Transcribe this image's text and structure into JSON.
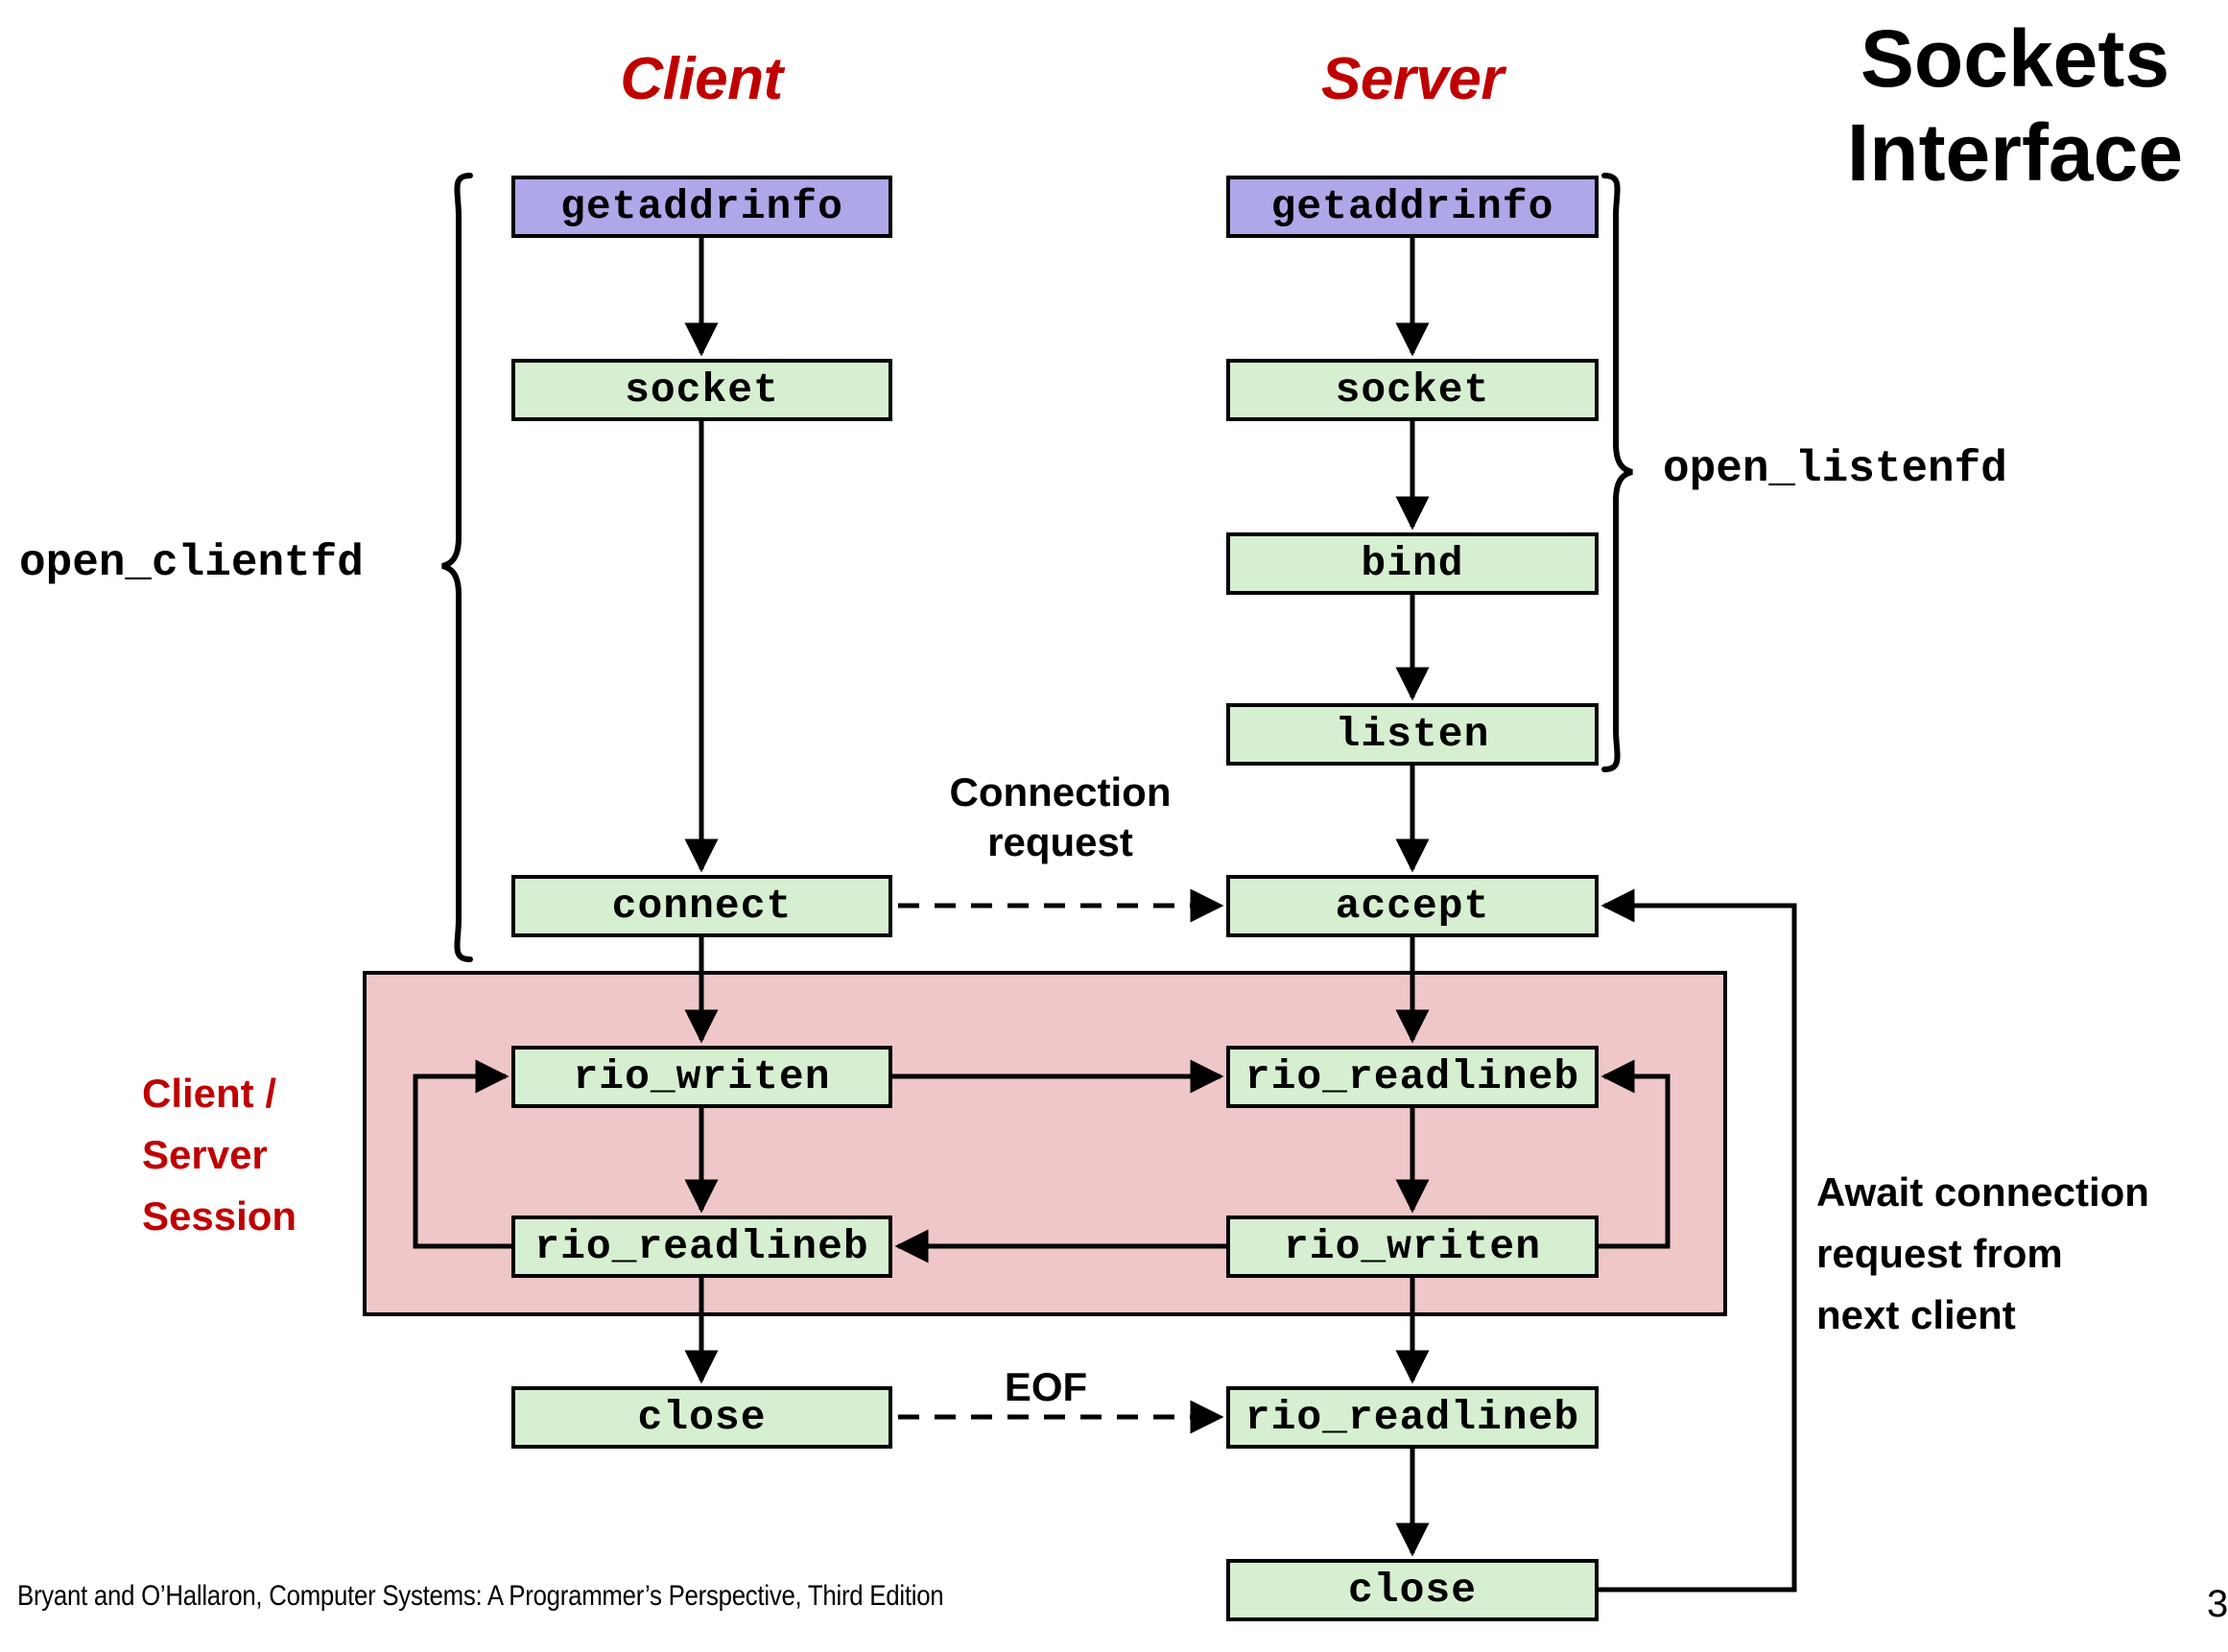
{
  "title": {
    "line1": "Sockets",
    "line2": "Interface"
  },
  "columns": {
    "client": "Client",
    "server": "Server"
  },
  "braces": {
    "client_label": "open_clientfd",
    "server_label": "open_listenfd"
  },
  "annotations": {
    "connection_request": "Connection\nrequest",
    "connection_request_line1": "Connection",
    "connection_request_line2": "request",
    "session_label_line1": "Client /",
    "session_label_line2": "Server",
    "session_label_line3": "Session",
    "await_line1": "Await connection",
    "await_line2": "request from",
    "await_line3": "next client",
    "eof": "EOF"
  },
  "client_steps": [
    {
      "id": "client-getaddrinfo",
      "label": "getaddrinfo",
      "color": "purple"
    },
    {
      "id": "client-socket",
      "label": "socket",
      "color": "green"
    },
    {
      "id": "client-connect",
      "label": "connect",
      "color": "green"
    },
    {
      "id": "client-rio-writen",
      "label": "rio_writen",
      "color": "green"
    },
    {
      "id": "client-rio-readlineb",
      "label": "rio_readlineb",
      "color": "green"
    },
    {
      "id": "client-close",
      "label": "close",
      "color": "green"
    }
  ],
  "server_steps": [
    {
      "id": "server-getaddrinfo",
      "label": "getaddrinfo",
      "color": "purple"
    },
    {
      "id": "server-socket",
      "label": "socket",
      "color": "green"
    },
    {
      "id": "server-bind",
      "label": "bind",
      "color": "green"
    },
    {
      "id": "server-listen",
      "label": "listen",
      "color": "green"
    },
    {
      "id": "server-accept",
      "label": "accept",
      "color": "green"
    },
    {
      "id": "server-rio-readlineb",
      "label": "rio_readlineb",
      "color": "green"
    },
    {
      "id": "server-rio-writen",
      "label": "rio_writen",
      "color": "green"
    },
    {
      "id": "server-rio-readlineb-2",
      "label": "rio_readlineb",
      "color": "green"
    },
    {
      "id": "server-close",
      "label": "close",
      "color": "green"
    }
  ],
  "footer": {
    "citation": "Bryant and O’Hallaron, Computer Systems: A Programmer’s Perspective, Third Edition",
    "page_number": "3"
  },
  "colors": {
    "accent_red": "#C00000",
    "box_green": "#D6EFD0",
    "box_purple": "#AEA7E8",
    "session_pink": "#EFC7C9",
    "outline": "#000000"
  }
}
